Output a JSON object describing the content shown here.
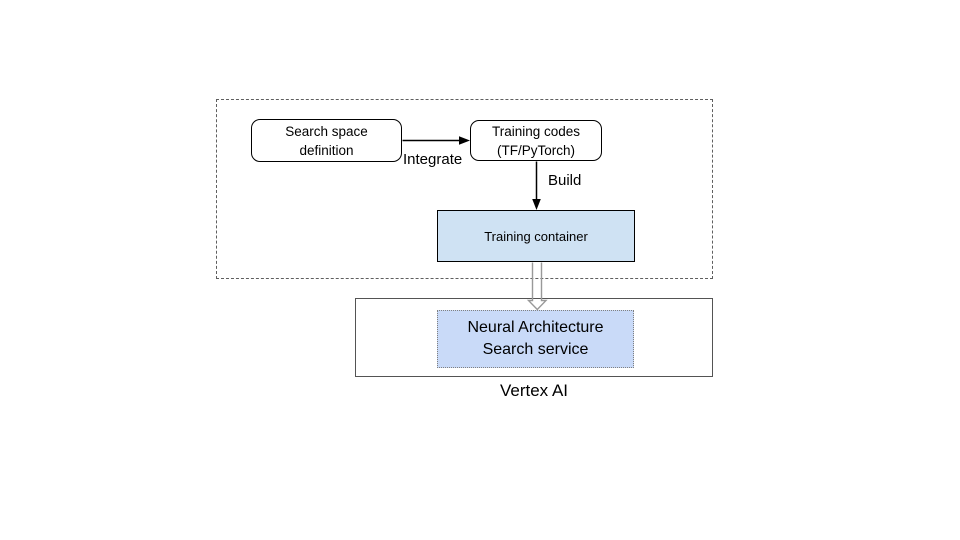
{
  "diagram": {
    "nodes": {
      "search_space": {
        "line1": "Search space",
        "line2": "definition"
      },
      "training_codes": {
        "line1": "Training codes",
        "line2": "(TF/PyTorch)"
      },
      "training_container": {
        "label": "Training container"
      },
      "nas_service": {
        "line1": "Neural Architecture",
        "line2": "Search service"
      }
    },
    "edge_labels": {
      "integrate": "Integrate",
      "build": "Build"
    },
    "group_labels": {
      "vertex_ai": "Vertex AI"
    },
    "colors": {
      "training_container_fill": "#cfe2f3",
      "nas_service_fill": "#c9daf8",
      "dashed_group_border": "#5f5f5f",
      "vertex_box_border": "#545454",
      "black_arrow": "#000000",
      "hollow_arrow": "#999999"
    }
  }
}
